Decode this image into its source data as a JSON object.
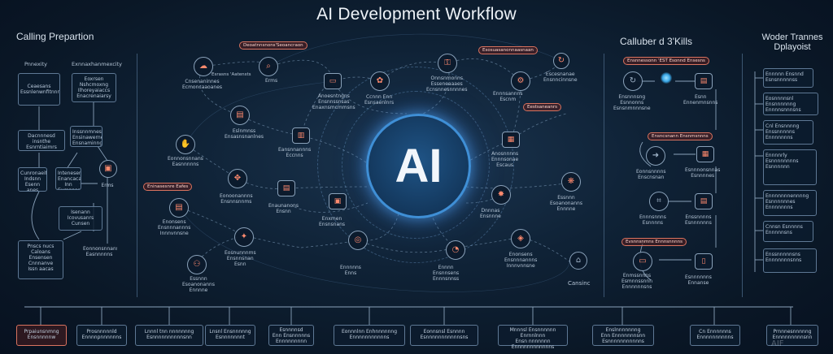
{
  "title": "AI Development Workflow",
  "core_label": "AI",
  "sections": {
    "left": "Calling Prepartion",
    "right_middle": "Calluber d 3'Kills",
    "right": "Woder Trannes\nDplayoist"
  },
  "left_col": {
    "header_a": "Pnnexity",
    "header_b": "Exnnaxhanmexcity",
    "boxes": [
      "Ceaesans\nEssnlenwnfitnnrds",
      "Eoxrsen Nshcmoxng\nIlhoreyaiaccs\nEnacrenaiarsy",
      "Dacnnnesd insnthe\nEsnrntiaimrs",
      "Inssnnmnes\nEnsinawerne\nEnsnaminng",
      "Cunronaeitnns\nIndsnn\nEsenn anes",
      "Intenesenrlnng\nEnancacanvs\nInn Eumnnans",
      "Pnscs nucs\nCaloans Ensensen\nCnnnanve\nIssn aacas",
      "Isenann\nIcovusanrs\nCunsen"
    ]
  },
  "center_tags": [
    "Deoatnnsnons'Seoancraon",
    "Esosuasanonnaasnaan",
    "Eestsaneanrs",
    "Eninasesnre Eafes",
    "Esrasns 'Aatensts"
  ],
  "center_labels": [
    "Cnsenaninnes\nEcmoncaaoanes",
    "Erms",
    "Anoesntngns\nEnsnnssnsas\nEnaxnsmcmmsns",
    "Ccnnn Enn\nEsnsaenlnrs",
    "Onnsnmonns\nEsseneaaaes\nEcnsnnesnnnnes",
    "Ennnsannns\nEscnm",
    "Escesnanae\nEnsnncinnsne",
    "Eslnmnss\nEnsasnsnanlnes",
    "Eansnnannns\nEccnns",
    "Anosnnnns\nEnnnsonae\nEscaus",
    "Eonnonsnnans\nEasnnnnns",
    "Eonoonannns\nEnsnnsnnms",
    "Enaunanons\nEnsnn",
    "Enxmen\nEnsnsnans",
    "Dnnnas\nEnsnnne",
    "Essnnn\nEsoanonanns\nEnnnne",
    "Enonsens\nEnsnnnannns\nInnnvnnsne",
    "Eosnunnnms\nEnsnnsnan\nEsnn",
    "Ennnnns\nEnns",
    "Ennnn\nEnsnnsens\nEnnnsnnss",
    "Cansinc"
  ],
  "right_mid": {
    "tags": [
      "Ensnnessonn 'EST Esonnd Ensesns",
      "Ensncsnann Ensnmsnnns",
      "Evsnnsnmns Ennnsnnnns"
    ],
    "labels": [
      "Ensnnnsng\nEsnnonns\nEsnsnmnnnsne",
      "Esnn\nEnnenmnsnns",
      "Eonnsnnnns\nEnscnsnan",
      "Esnnnonsnnas\nEsnnnnes",
      "Ennnsnnns\nEsnnnns",
      "Enssnnnns\nEsnnnnnns",
      "Enmssnnns\nEsmnnssnnn\nEnnnnnnsns",
      "Esnnnnnns\nEnnanse"
    ]
  },
  "right_list": [
    "Ennnnn Ensnnd\nEsnsnnnnnss",
    "Eosnnnnsnl Ensnnnnnng\nEnnnnsnnnsns",
    "Cnl Ensnnnng\nEnssnnnnns\nEnnnnnnns",
    "Ennnnrly\nEsnnnnnnnns\nEsnnnnnn",
    "Ennnnnnnennnng\nEsnnnnnnes\nEnnnnnnns",
    "Cnnsn Esnnnns\nEnnnnnsns",
    "Enssnnnnnsns\nEnnnnnnnsnns"
  ],
  "bottom_boxes": [
    "Prpaiunsnmng\nEnsnnnnnw",
    "Prosnnnnnld\nEnnnnpnnnnnns",
    "Lnnnl tnn nnnnnnng\nEsnnnnnnnnnnsnn",
    "Lnsnl Ensnnnnng\nEsnnnnnnnt",
    "Esnnnnsd\nEnn Ensnnnnns\nEnnnnnnnnn",
    "Eonnnlnn Enhnnnnnng\nEnnnnnnnnnnns",
    "Eonnsnsl Esnnnn\nEsnnnnnnnnnnnsns",
    "Mnnnsl Ensnnnnnn Enrnnlnnn\nEnsn nnnnnnn\nEnnnnnnnnnnnns",
    "Enslnnnnnnng\nEnn Ennnnnnnsnn\nEsnnnnnnnnnnns",
    "Cn Ennnnnns\nEnnnnnnnnnns",
    "Prnnnesnnnnng\nEnnnnnnnnnsnn"
  ],
  "watermark": "AIF",
  "colors": {
    "accent": "#ff8a6e",
    "core_ring": "#3f8fd6",
    "line": "#5e7894",
    "background": "#0f2236"
  },
  "icons": [
    "cloud-icon",
    "search-icon",
    "brain-icon",
    "monitor-icon",
    "gear-icon",
    "hand-icon",
    "chart-icon",
    "database-icon",
    "code-icon",
    "shield-icon",
    "robot-icon",
    "document-icon"
  ]
}
